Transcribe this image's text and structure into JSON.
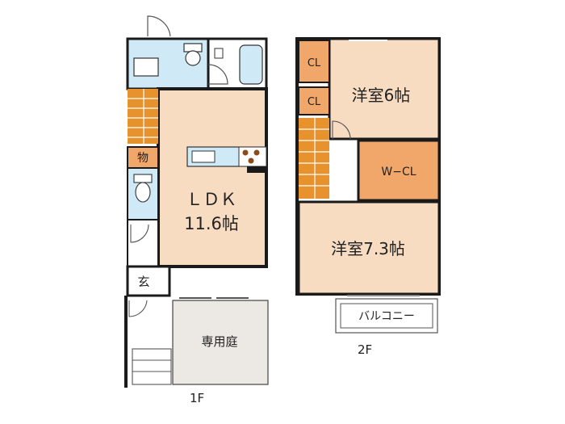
{
  "floor1": {
    "label": "1F",
    "ldk_name": "ＬＤＫ",
    "ldk_size": "11.6帖",
    "storage": "物",
    "entrance": "玄",
    "garden": "専用庭"
  },
  "floor2": {
    "label": "2F",
    "room_a": "洋室6帖",
    "room_b": "洋室7.3帖",
    "closet_top": "CL",
    "closet_mid": "CL",
    "walkin": "W−CL",
    "balcony": "バルコニー"
  },
  "colors": {
    "room": "#f7dcc2",
    "closet": "#f1a76a",
    "wet": "#cfe9f6",
    "stairs": "#e8922e",
    "wall": "#1a1a1a",
    "garden": "#ece8e3"
  }
}
